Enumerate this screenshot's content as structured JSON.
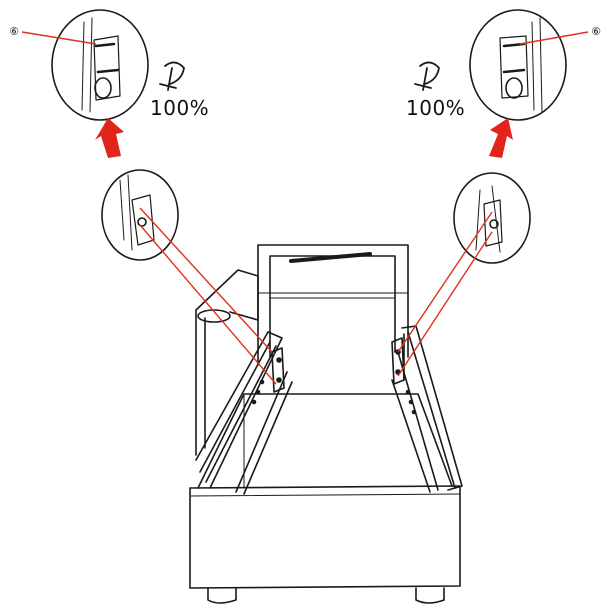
{
  "instructions": {
    "left": {
      "rotation_percent": "100%",
      "callout": "⑥"
    },
    "right": {
      "rotation_percent": "100%",
      "callout": "⑥"
    }
  },
  "colors": {
    "line": "#1a1a1a",
    "leader": "#e0301e",
    "arrow": "#e3241b"
  },
  "icons": {
    "rotate": "rotate-clockwise-icon",
    "arrow": "up-arrow-icon"
  }
}
